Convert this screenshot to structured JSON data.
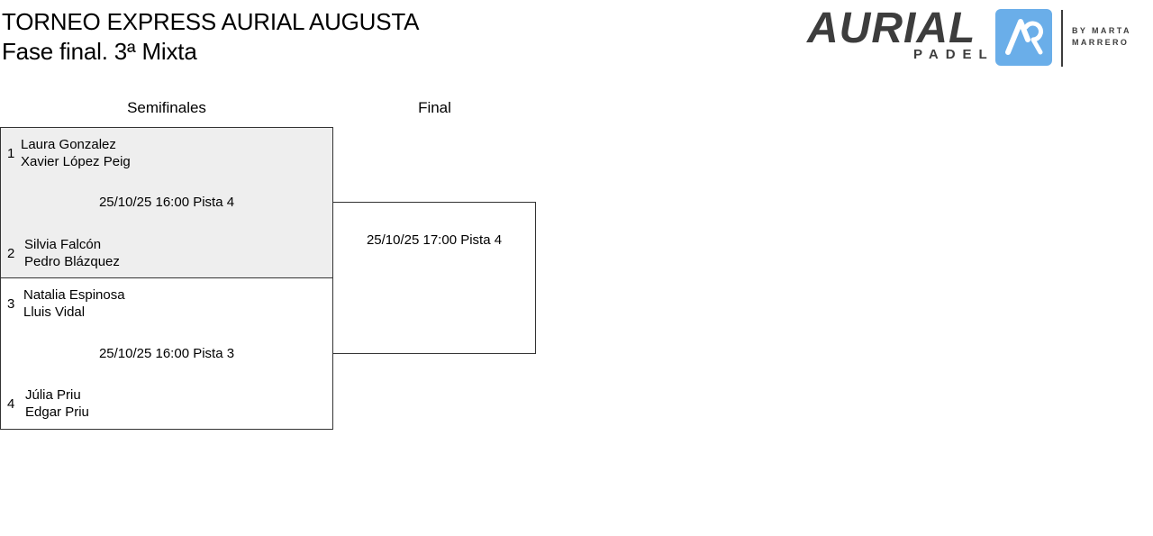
{
  "header": {
    "title": "TORNEO EXPRESS AURIAL AUGUSTA",
    "subtitle": "Fase final. 3ª Mixta"
  },
  "logo": {
    "wordmark": "AURIAL",
    "sub": "PADEL",
    "by_line1": "BY MARTA",
    "by_line2": "MARRERO",
    "badge_color": "#6aaee9",
    "text_color": "#3d3d3d",
    "icon": "aurial-badge-icon"
  },
  "rounds": {
    "semis": "Semifinales",
    "final": "Final"
  },
  "matches": {
    "semi1": {
      "team_a": {
        "seed": "1",
        "player1": "Laura Gonzalez",
        "player2": "Xavier López Peig"
      },
      "schedule": "25/10/25 16:00 Pista 4",
      "team_b": {
        "seed": "2",
        "player1": "Silvia Falcón",
        "player2": "Pedro Blázquez"
      }
    },
    "semi2": {
      "team_a": {
        "seed": "3",
        "player1": "Natalia Espinosa",
        "player2": "Lluis Vidal"
      },
      "schedule": "25/10/25 16:00 Pista 3",
      "team_b": {
        "seed": "4",
        "player1": "Júlia Priu",
        "player2": "Edgar Priu"
      }
    },
    "final": {
      "schedule": "25/10/25 17:00 Pista 4"
    }
  },
  "colors": {
    "highlight_bg": "#eeeeee",
    "border": "#333333"
  }
}
